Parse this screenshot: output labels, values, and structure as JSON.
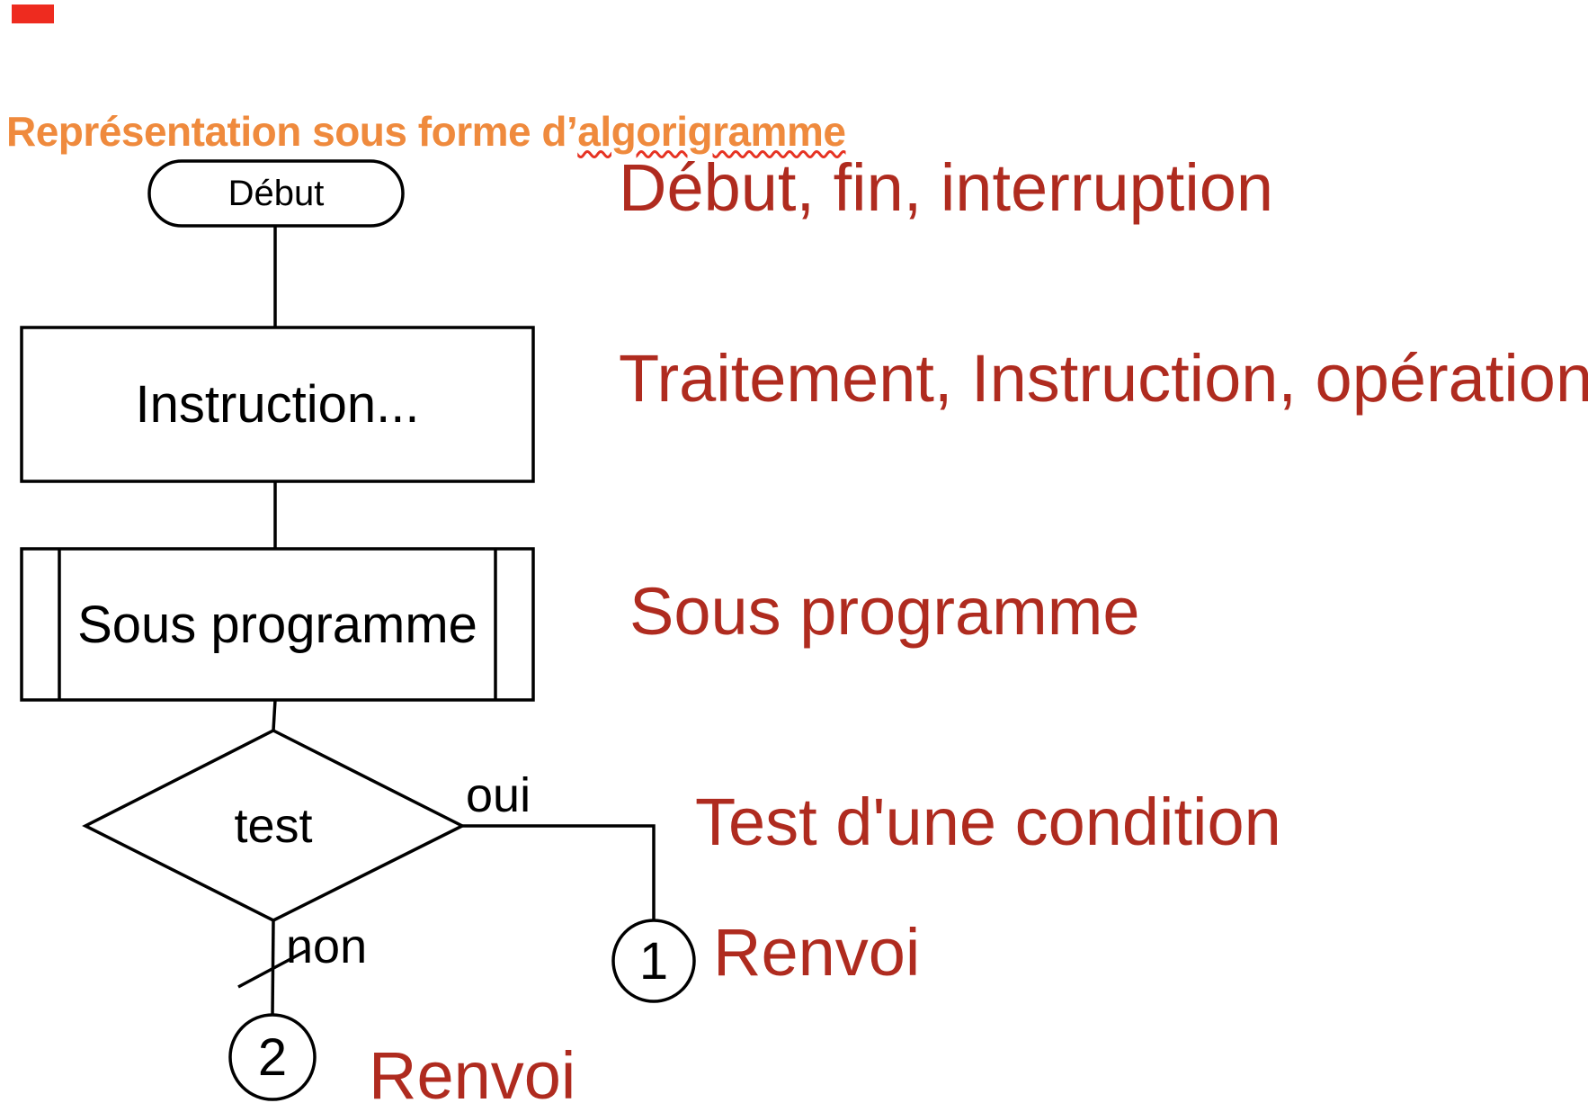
{
  "heading": {
    "prefix": "Représentation sous forme d’",
    "underlined_word": "algorigramme",
    "text_color": "#EF8A3D",
    "underline_color": "#E63323"
  },
  "corner_bar": {
    "color": "#EE2B1F"
  },
  "flowchart": {
    "stroke_color": "#000000",
    "nodes": {
      "start": {
        "label": "Début",
        "shape": "terminator"
      },
      "process": {
        "label": "Instruction...",
        "shape": "rectangle"
      },
      "subroutine": {
        "label": "Sous programme",
        "shape": "predefined-process"
      },
      "decision": {
        "label": "test",
        "shape": "diamond"
      },
      "branch_yes": {
        "label": "oui"
      },
      "branch_no": {
        "label": "non"
      },
      "connector_1": {
        "label": "1",
        "shape": "circle"
      },
      "connector_2": {
        "label": "2",
        "shape": "circle"
      }
    }
  },
  "legend": {
    "text_color": "#AF2B1F",
    "items": [
      {
        "label": "Début, fin, interruption"
      },
      {
        "label": "Traitement, Instruction, opération..."
      },
      {
        "label": "Sous programme"
      },
      {
        "label": "Test d'une condition"
      },
      {
        "label": "Renvoi"
      },
      {
        "label": "Renvoi"
      }
    ]
  }
}
